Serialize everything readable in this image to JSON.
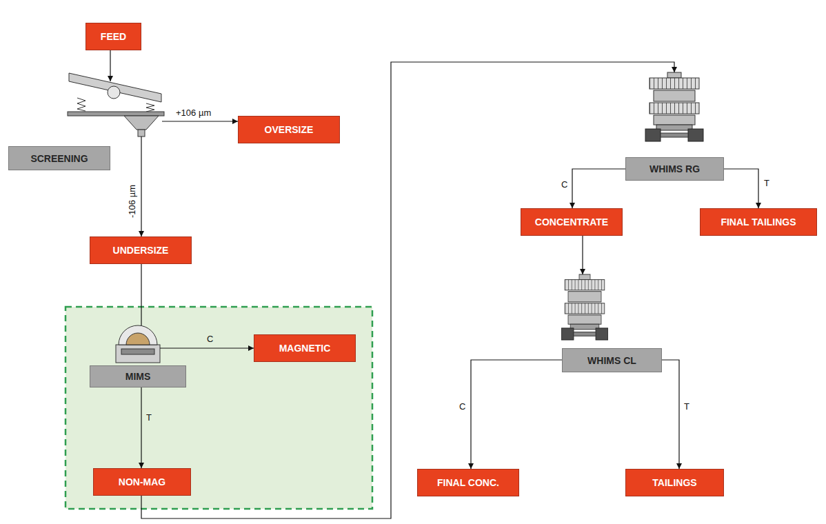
{
  "diagram": {
    "nodes": [
      {
        "text": [
          "FEED"
        ]
      },
      {
        "text": [
          "SCREENING"
        ]
      },
      {
        "text": [
          "OVERSIZE"
        ]
      },
      {
        "text": [
          "UNDERSIZE"
        ]
      },
      {
        "text": [
          "MIMS"
        ]
      },
      {
        "text": [
          "MAGNETIC"
        ]
      },
      {
        "text": [
          "NON-MAG"
        ]
      },
      {
        "text": [
          "WHIMS RG"
        ]
      },
      {
        "text": [
          "CONCENTRATE"
        ]
      },
      {
        "text": [
          "FINAL TAILINGS"
        ]
      },
      {
        "text": [
          "WHIMS CL"
        ]
      },
      {
        "text": [
          "FINAL CONC."
        ]
      },
      {
        "text": [
          "TAILINGS"
        ]
      }
    ],
    "edges": [
      {
        "from": 0,
        "to": 1,
        "arrow": "to"
      },
      {
        "from": 1,
        "to": 2,
        "label": "+106 µm",
        "arrow": "to"
      },
      {
        "from": 1,
        "to": 3,
        "label": "-106 µm",
        "arrow": "to"
      },
      {
        "from": 3,
        "to": 4,
        "arrow": "none"
      },
      {
        "from": 4,
        "to": 5,
        "label": "C",
        "arrow": "to"
      },
      {
        "from": 4,
        "to": 6,
        "label": "T",
        "arrow": "to"
      },
      {
        "from": 6,
        "to": 7,
        "arrow": "to"
      },
      {
        "from": 7,
        "to": 8,
        "label": "C",
        "arrow": "to"
      },
      {
        "from": 7,
        "to": 9,
        "label": "T",
        "arrow": "to"
      },
      {
        "from": 8,
        "to": 10,
        "arrow": "to"
      },
      {
        "from": 10,
        "to": 11,
        "label": "C",
        "arrow": "to"
      },
      {
        "from": 10,
        "to": 12,
        "label": "T",
        "arrow": "to"
      }
    ]
  }
}
